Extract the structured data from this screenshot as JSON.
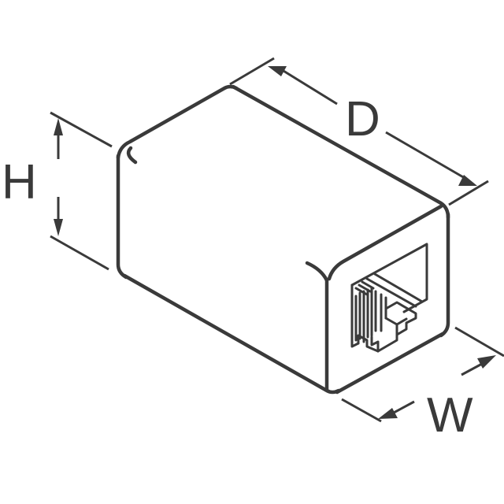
{
  "diagram": {
    "subject": "RJ modular coupler (rectangular block with jack opening)",
    "line_color": "#3a3a3a",
    "background": "#ffffff",
    "dimensions": {
      "height": {
        "label": "H"
      },
      "depth": {
        "label": "D"
      },
      "width": {
        "label": "W"
      }
    }
  }
}
